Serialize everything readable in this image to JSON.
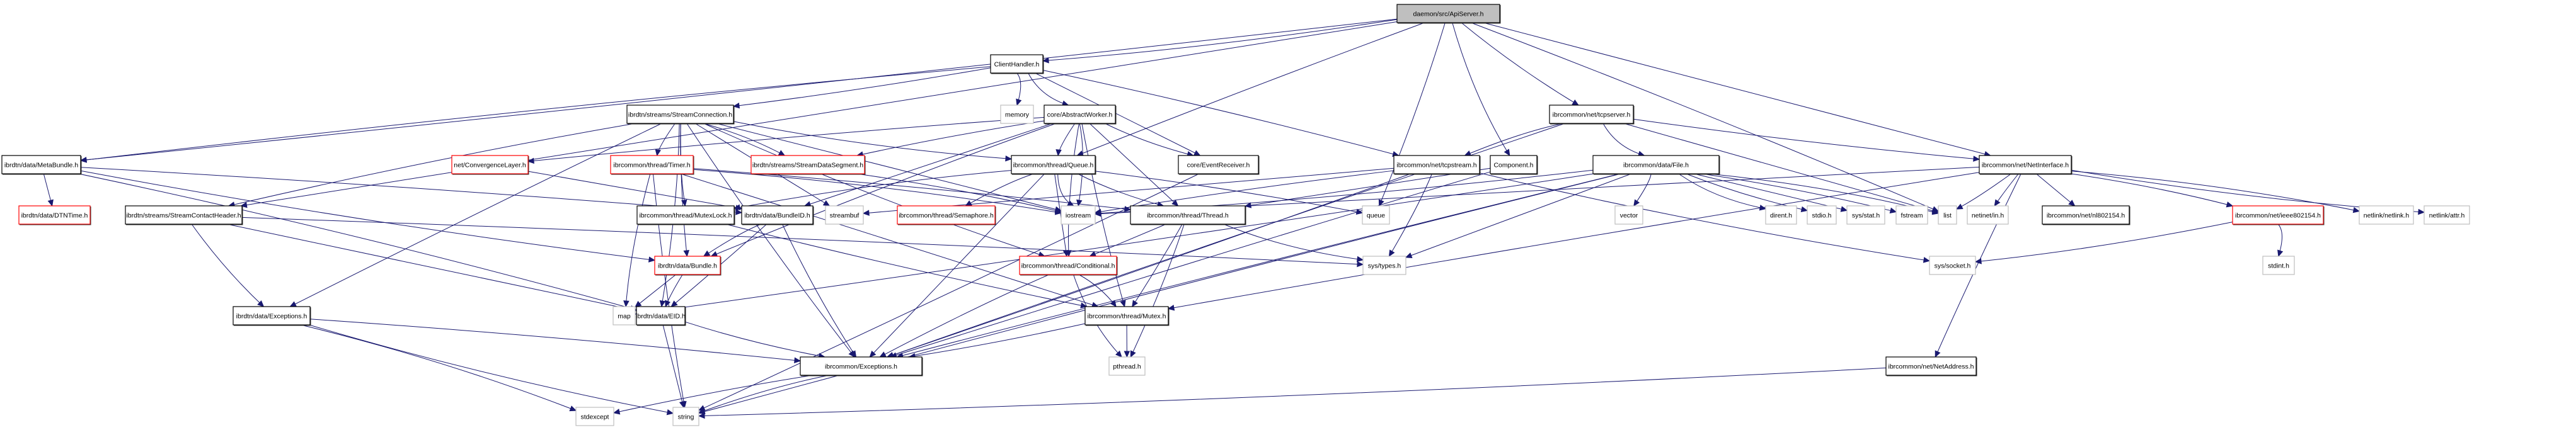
{
  "diagram": {
    "type": "include-dependency-graph",
    "root": "daemon/src/ApiServer.h",
    "colors": {
      "edge": "#191970",
      "documented_border": "#000000",
      "truncated_border": "#ff0000",
      "external_border": "#bfbfbf",
      "root_fill": "#bfbfbf"
    },
    "nodes": [
      {
        "id": "apiserver",
        "label": "daemon/src/ApiServer.h",
        "kind": "root"
      },
      {
        "id": "clienthandler",
        "label": "ClientHandler.h",
        "kind": "doc"
      },
      {
        "id": "memory",
        "label": "memory",
        "kind": "ext"
      },
      {
        "id": "abstractworker",
        "label": "core/AbstractWorker.h",
        "kind": "doc"
      },
      {
        "id": "streamconnection",
        "label": "ibrdtn/streams/StreamConnection.h",
        "kind": "doc"
      },
      {
        "id": "metabundle",
        "label": "ibrdtn/data/MetaBundle.h",
        "kind": "doc"
      },
      {
        "id": "dtntime",
        "label": "ibrdtn/data/DTNTime.h",
        "kind": "trunc"
      },
      {
        "id": "streamcontactheader",
        "label": "ibrdtn/streams/StreamContactHeader.h",
        "kind": "doc"
      },
      {
        "id": "bundleid",
        "label": "ibrdtn/data/BundleID.h",
        "kind": "doc"
      },
      {
        "id": "convergencelayer",
        "label": "net/ConvergenceLayer.h",
        "kind": "trunc"
      },
      {
        "id": "timer",
        "label": "ibrcommon/thread/Timer.h",
        "kind": "trunc"
      },
      {
        "id": "streamdatasegment",
        "label": "ibrdtn/streams/StreamDataSegment.h",
        "kind": "trunc"
      },
      {
        "id": "queue_h",
        "label": "ibrcommon/thread/Queue.h",
        "kind": "doc"
      },
      {
        "id": "eventreceiver",
        "label": "core/EventReceiver.h",
        "kind": "doc"
      },
      {
        "id": "tcpstream",
        "label": "ibrcommon/net/tcpstream.h",
        "kind": "doc"
      },
      {
        "id": "component",
        "label": "Component.h",
        "kind": "doc"
      },
      {
        "id": "tcpserver",
        "label": "ibrcommon/net/tcpserver.h",
        "kind": "doc"
      },
      {
        "id": "file",
        "label": "ibrcommon/data/File.h",
        "kind": "doc"
      },
      {
        "id": "netinterface",
        "label": "ibrcommon/net/NetInterface.h",
        "kind": "doc"
      },
      {
        "id": "mutexlock",
        "label": "ibrcommon/thread/MutexLock.h",
        "kind": "doc"
      },
      {
        "id": "streambuf",
        "label": "streambuf",
        "kind": "ext"
      },
      {
        "id": "semaphore",
        "label": "ibrcommon/thread/Semaphore.h",
        "kind": "trunc"
      },
      {
        "id": "iostream",
        "label": "iostream",
        "kind": "ext"
      },
      {
        "id": "thread",
        "label": "ibrcommon/thread/Thread.h",
        "kind": "doc"
      },
      {
        "id": "queue",
        "label": "queue",
        "kind": "ext"
      },
      {
        "id": "vector",
        "label": "vector",
        "kind": "ext"
      },
      {
        "id": "dirent",
        "label": "dirent.h",
        "kind": "ext"
      },
      {
        "id": "stdio",
        "label": "stdio.h",
        "kind": "ext"
      },
      {
        "id": "sysstat",
        "label": "sys/stat.h",
        "kind": "ext"
      },
      {
        "id": "fstream",
        "label": "fstream",
        "kind": "ext"
      },
      {
        "id": "list",
        "label": "list",
        "kind": "ext"
      },
      {
        "id": "netinetin",
        "label": "netinet/in.h",
        "kind": "ext"
      },
      {
        "id": "nl802154",
        "label": "ibrcommon/net/nl802154.h",
        "kind": "doc"
      },
      {
        "id": "ieee802154",
        "label": "ibrcommon/net/ieee802154.h",
        "kind": "trunc"
      },
      {
        "id": "netlink",
        "label": "netlink/netlink.h",
        "kind": "ext"
      },
      {
        "id": "netlinkattr",
        "label": "netlink/attr.h",
        "kind": "ext"
      },
      {
        "id": "bundle",
        "label": "ibrdtn/data/Bundle.h",
        "kind": "trunc"
      },
      {
        "id": "conditional",
        "label": "ibrcommon/thread/Conditional.h",
        "kind": "trunc"
      },
      {
        "id": "systypes",
        "label": "sys/types.h",
        "kind": "ext"
      },
      {
        "id": "syssocket",
        "label": "sys/socket.h",
        "kind": "ext"
      },
      {
        "id": "stdint",
        "label": "stdint.h",
        "kind": "ext"
      },
      {
        "id": "dataexceptions",
        "label": "ibrdtn/data/Exceptions.h",
        "kind": "doc"
      },
      {
        "id": "eid",
        "label": "ibrdtn/data/EID.h",
        "kind": "doc"
      },
      {
        "id": "map",
        "label": "map",
        "kind": "ext"
      },
      {
        "id": "mutex",
        "label": "ibrcommon/thread/Mutex.h",
        "kind": "doc"
      },
      {
        "id": "commonexceptions",
        "label": "ibrcommon/Exceptions.h",
        "kind": "doc"
      },
      {
        "id": "pthread",
        "label": "pthread.h",
        "kind": "ext"
      },
      {
        "id": "netaddress",
        "label": "ibrcommon/net/NetAddress.h",
        "kind": "doc"
      },
      {
        "id": "stdexcept",
        "label": "stdexcept",
        "kind": "ext"
      },
      {
        "id": "string",
        "label": "string",
        "kind": "ext"
      }
    ],
    "edges": [
      [
        "apiserver",
        "clienthandler"
      ],
      [
        "apiserver",
        "metabundle"
      ],
      [
        "apiserver",
        "streamcontactheader"
      ],
      [
        "apiserver",
        "queue_h"
      ],
      [
        "apiserver",
        "queue"
      ],
      [
        "apiserver",
        "component"
      ],
      [
        "apiserver",
        "tcpserver"
      ],
      [
        "apiserver",
        "netinterface"
      ],
      [
        "apiserver",
        "list"
      ],
      [
        "clienthandler",
        "memory"
      ],
      [
        "clienthandler",
        "abstractworker"
      ],
      [
        "clienthandler",
        "streamconnection"
      ],
      [
        "clienthandler",
        "eventreceiver"
      ],
      [
        "clienthandler",
        "tcpstream"
      ],
      [
        "clienthandler",
        "metabundle"
      ],
      [
        "abstractworker",
        "queue_h"
      ],
      [
        "abstractworker",
        "eventreceiver"
      ],
      [
        "abstractworker",
        "thread"
      ],
      [
        "abstractworker",
        "convergencelayer"
      ],
      [
        "abstractworker",
        "bundle"
      ],
      [
        "abstractworker",
        "conditional"
      ],
      [
        "abstractworker",
        "mutex"
      ],
      [
        "abstractworker",
        "bundleid"
      ],
      [
        "abstractworker",
        "streamdatasegment"
      ],
      [
        "abstractworker",
        "iostream"
      ],
      [
        "streamconnection",
        "timer"
      ],
      [
        "streamconnection",
        "mutexlock"
      ],
      [
        "streamconnection",
        "streambuf"
      ],
      [
        "streamconnection",
        "streamdatasegment"
      ],
      [
        "streamconnection",
        "streamcontactheader"
      ],
      [
        "streamconnection",
        "queue_h"
      ],
      [
        "streamconnection",
        "bundle"
      ],
      [
        "streamconnection",
        "iostream"
      ],
      [
        "streamconnection",
        "dataexceptions"
      ],
      [
        "streamconnection",
        "eid"
      ],
      [
        "streamconnection",
        "conditional"
      ],
      [
        "streamconnection",
        "commonexceptions"
      ],
      [
        "metabundle",
        "dtntime"
      ],
      [
        "metabundle",
        "bundleid"
      ],
      [
        "metabundle",
        "eid"
      ],
      [
        "metabundle",
        "bundle"
      ],
      [
        "streamcontactheader",
        "dataexceptions"
      ],
      [
        "streamcontactheader",
        "eid"
      ],
      [
        "streamcontactheader",
        "systypes"
      ],
      [
        "bundleid",
        "bundle"
      ],
      [
        "bundleid",
        "eid"
      ],
      [
        "bundleid",
        "commonexceptions"
      ],
      [
        "convergencelayer",
        "bundleid"
      ],
      [
        "timer",
        "thread"
      ],
      [
        "timer",
        "iostream"
      ],
      [
        "timer",
        "map"
      ],
      [
        "timer",
        "string"
      ],
      [
        "timer",
        "mutex"
      ],
      [
        "streamdatasegment",
        "iostream"
      ],
      [
        "queue_h",
        "semaphore"
      ],
      [
        "queue_h",
        "iostream"
      ],
      [
        "queue_h",
        "thread"
      ],
      [
        "queue_h",
        "conditional"
      ],
      [
        "queue_h",
        "queue"
      ],
      [
        "queue_h",
        "mutexlock"
      ],
      [
        "queue_h",
        "commonexceptions"
      ],
      [
        "eventreceiver",
        "string"
      ],
      [
        "tcpstream",
        "streambuf"
      ],
      [
        "tcpstream",
        "iostream"
      ],
      [
        "tcpstream",
        "systypes"
      ],
      [
        "tcpstream",
        "syssocket"
      ],
      [
        "tcpstream",
        "commonexceptions"
      ],
      [
        "component",
        "thread"
      ],
      [
        "component",
        "commonexceptions"
      ],
      [
        "tcpserver",
        "tcpstream"
      ],
      [
        "tcpserver",
        "file"
      ],
      [
        "tcpserver",
        "netinterface"
      ],
      [
        "tcpserver",
        "list"
      ],
      [
        "tcpserver",
        "commonexceptions"
      ],
      [
        "file",
        "vector"
      ],
      [
        "file",
        "dirent"
      ],
      [
        "file",
        "stdio"
      ],
      [
        "file",
        "sysstat"
      ],
      [
        "file",
        "fstream"
      ],
      [
        "file",
        "list"
      ],
      [
        "file",
        "iostream"
      ],
      [
        "file",
        "map"
      ],
      [
        "file",
        "systypes"
      ],
      [
        "file",
        "commonexceptions"
      ],
      [
        "file",
        "string"
      ],
      [
        "netinterface",
        "list"
      ],
      [
        "netinterface",
        "netinetin"
      ],
      [
        "netinterface",
        "nl802154"
      ],
      [
        "netinterface",
        "ieee802154"
      ],
      [
        "netinterface",
        "netlink"
      ],
      [
        "netinterface",
        "netlinkattr"
      ],
      [
        "netinterface",
        "netaddress"
      ],
      [
        "netinterface",
        "iostream"
      ],
      [
        "netinterface",
        "mutex"
      ],
      [
        "ieee802154",
        "stdint"
      ],
      [
        "ieee802154",
        "syssocket"
      ],
      [
        "mutexlock",
        "mutex"
      ],
      [
        "thread",
        "conditional"
      ],
      [
        "thread",
        "mutex"
      ],
      [
        "thread",
        "pthread"
      ],
      [
        "thread",
        "systypes"
      ],
      [
        "bundle",
        "eid"
      ],
      [
        "bundle",
        "map"
      ],
      [
        "conditional",
        "mutex"
      ],
      [
        "conditional",
        "commonexceptions"
      ],
      [
        "conditional",
        "pthread"
      ],
      [
        "mutex",
        "commonexceptions"
      ],
      [
        "mutex",
        "pthread"
      ],
      [
        "dataexceptions",
        "commonexceptions"
      ],
      [
        "dataexceptions",
        "stdexcept"
      ],
      [
        "dataexceptions",
        "string"
      ],
      [
        "eid",
        "commonexceptions"
      ],
      [
        "eid",
        "string"
      ],
      [
        "commonexceptions",
        "stdexcept"
      ],
      [
        "commonexceptions",
        "string"
      ],
      [
        "netaddress",
        "string"
      ]
    ]
  }
}
